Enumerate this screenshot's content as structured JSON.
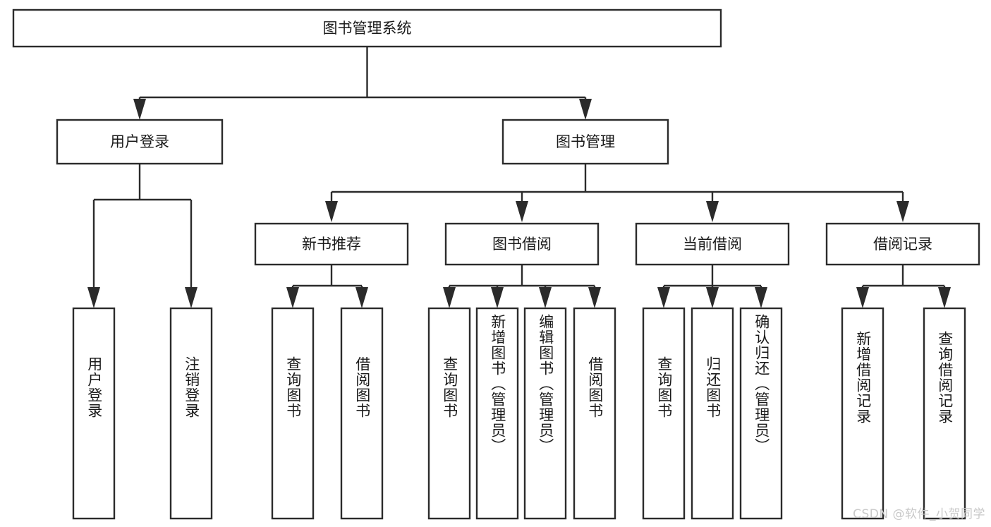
{
  "diagram": {
    "type": "tree",
    "title": "图书管理系统",
    "orientation": "top-down",
    "watermark": "CSDN @软件_小贺同学",
    "colors": {
      "box_fill": "#ffffff",
      "box_stroke": "#2b2b2b",
      "text": "#1a1a1a",
      "watermark": "#c9c9c9",
      "background": "#ffffff"
    },
    "levels": {
      "root": {
        "label": "图书管理系统"
      },
      "level2": [
        {
          "id": "user-login",
          "label": "用户登录"
        },
        {
          "id": "book-management",
          "label": "图书管理"
        }
      ],
      "level3": [
        {
          "id": "new-book-recommend",
          "label": "新书推荐",
          "parent": "book-management"
        },
        {
          "id": "book-borrow",
          "label": "图书借阅",
          "parent": "book-management"
        },
        {
          "id": "current-borrow",
          "label": "当前借阅",
          "parent": "book-management"
        },
        {
          "id": "borrow-record",
          "label": "借阅记录",
          "parent": "book-management"
        }
      ],
      "leaves": [
        {
          "id": "leaf-user-login",
          "label": "用户登录",
          "parent": "user-login"
        },
        {
          "id": "leaf-logout-login",
          "label": "注销登录",
          "parent": "user-login"
        },
        {
          "id": "leaf-query-book-1",
          "label": "查询图书",
          "parent": "new-book-recommend"
        },
        {
          "id": "leaf-borrow-book-1",
          "label": "借阅图书",
          "parent": "new-book-recommend"
        },
        {
          "id": "leaf-query-book-2",
          "label": "查询图书",
          "parent": "book-borrow"
        },
        {
          "id": "leaf-add-book",
          "label": "新增图书（管理员）",
          "parent": "book-borrow"
        },
        {
          "id": "leaf-edit-book",
          "label": "编辑图书（管理员）",
          "parent": "book-borrow"
        },
        {
          "id": "leaf-borrow-book-2",
          "label": "借阅图书",
          "parent": "book-borrow"
        },
        {
          "id": "leaf-query-book-3",
          "label": "查询图书",
          "parent": "current-borrow"
        },
        {
          "id": "leaf-return-book",
          "label": "归还图书",
          "parent": "current-borrow"
        },
        {
          "id": "leaf-confirm-return",
          "label": "确认归还（管理员）",
          "parent": "current-borrow"
        },
        {
          "id": "leaf-add-record",
          "label": "新增借阅记录",
          "parent": "borrow-record"
        },
        {
          "id": "leaf-query-record",
          "label": "查询借阅记录",
          "parent": "borrow-record"
        }
      ]
    }
  }
}
